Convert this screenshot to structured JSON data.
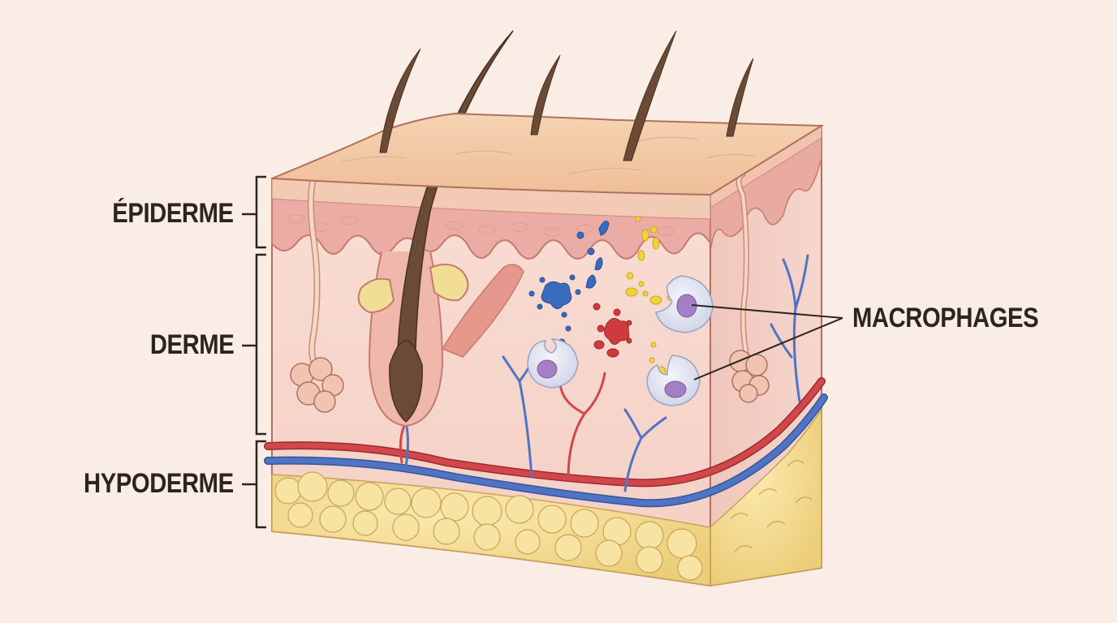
{
  "diagram": {
    "subject": "Coupe de peau (skin cross-section) with macrophages",
    "background_color": "#f9ede6",
    "text_color": "#2c2420",
    "layers": [
      {
        "id": "epidermis",
        "label": "ÉPIDERME",
        "color": "#e8a8a0"
      },
      {
        "id": "dermis",
        "label": "DERME",
        "color": "#f6d3cb"
      },
      {
        "id": "hypodermis",
        "label": "HYPODERME",
        "color": "#f3d98e"
      }
    ],
    "callouts": [
      {
        "id": "macrophages",
        "label": "MACROPHAGES",
        "targets": 2
      }
    ],
    "colors": {
      "skin_surface": "#f2c9a5",
      "hair": "#6b4a36",
      "artery": "#d2474a",
      "vein": "#4f74c4",
      "fat": "#f4dc90",
      "blue_particles": "#3a6bbf",
      "red_particles": "#cf3a3e",
      "yellow_particles": "#f1d43a",
      "macrophage_body": "#e4e6f2",
      "macrophage_nucleus": "#a57fc4"
    }
  }
}
